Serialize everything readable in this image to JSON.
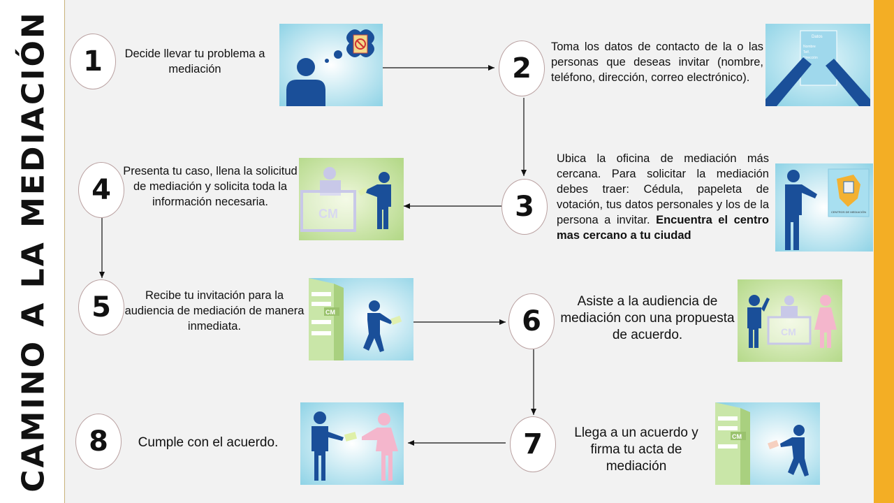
{
  "title": "CAMINO A LA MEDIACIÓN",
  "colors": {
    "accent_stripe": "#f3ae25",
    "person_blue": "#1a4f99",
    "person_pink": "#f4b6cc",
    "panel_blue": "#a8dce8",
    "panel_green": "#b5d98a"
  },
  "steps": [
    {
      "number": "1",
      "text": "Decide llevar tu problema a mediación",
      "illustration": "person-thinking-icon"
    },
    {
      "number": "2",
      "text": "Toma los datos de contacto de la o las personas que deseas invitar (nombre, teléfono, dirección, correo electrónico).",
      "illustration": "hands-holding-paper-icon",
      "paper_lines": [
        "Datos",
        "Nombre",
        "Telf.",
        "Dirección"
      ]
    },
    {
      "number": "3",
      "text_plain": "Ubica la oficina de mediación más cercana. Para solicitar la mediación debes traer: Cédula, papeleta de votación, tus datos personales y los de la persona a invitar.",
      "text_bold": "Encuentra el centro mas cercano a tu ciudad",
      "illustration": "person-pointing-map-icon",
      "map_caption": "CENTROS DE MEDIACIÓN"
    },
    {
      "number": "4",
      "text": "Presenta tu caso, llena la solicitud de mediación y solicita toda la información necesaria.",
      "illustration": "person-at-desk-icon",
      "desk_label": "CM"
    },
    {
      "number": "5",
      "text": "Recibe tu invitación para la audiencia de mediación de manera inmediata.",
      "illustration": "person-receiving-invitation-icon",
      "building_label": "CM"
    },
    {
      "number": "6",
      "text": "Asiste a la audiencia de mediación con una propuesta de acuerdo.",
      "illustration": "mediation-hearing-icon",
      "desk_label": "CM"
    },
    {
      "number": "7",
      "text": "Llega a un acuerdo y firma tu acta de mediación",
      "illustration": "person-signing-act-icon",
      "building_label": "CM"
    },
    {
      "number": "8",
      "text": "Cumple con el acuerdo.",
      "illustration": "people-exchanging-icon"
    }
  ]
}
